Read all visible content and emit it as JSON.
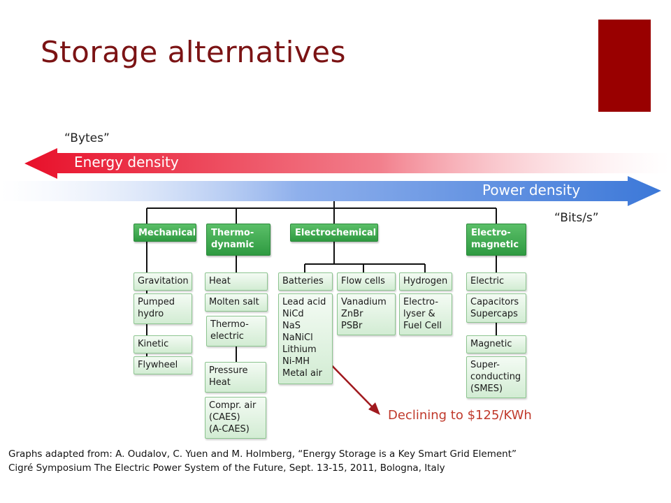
{
  "slide": {
    "title": "Storage alternatives",
    "accent_color": "#990000",
    "bytes_label": "“Bytes”",
    "bits_label": "“Bits/s”",
    "energy_label": "Energy density",
    "power_label": "Power density",
    "energy_color": "#e8102a",
    "power_color": "#3c78d8",
    "declining_label": "Declining to $125/KWh",
    "citation_line1": "Graphs adapted from: A. Oudalov, C. Yuen and M. Holmberg, “Energy Storage is a Key Smart Grid Element”",
    "citation_line2": "Cigré Symposium The Electric Power System of the Future, Sept. 13-15, 2011, Bologna, Italy"
  },
  "tree": {
    "categories": {
      "mechanical": "Mechanical",
      "thermo": "Thermo-\ndynamic",
      "electrochemical": "Electrochemical",
      "electromagnetic": "Electro-\nmagnetic"
    },
    "mechanical": {
      "gravitation": "Gravitation",
      "pumped_hydro": "Pumped\nhydro",
      "kinetic": "Kinetic",
      "flywheel": "Flywheel"
    },
    "thermo": {
      "heat": "Heat",
      "molten_salt": "Molten salt",
      "thermo_electric": "Thermo-\nelectric",
      "pressure_heat": "Pressure\nHeat",
      "compr_air": "Compr. air\n(CAES)\n(A-CAES)"
    },
    "electrochemical": {
      "batteries": "Batteries",
      "batteries_list": "Lead acid\nNiCd\nNaS\nNaNiCl\nLithium\nNi-MH\nMetal air",
      "flow_cells": "Flow cells",
      "flow_list": "Vanadium\nZnBr\nPSBr",
      "hydrogen": "Hydrogen",
      "hydrogen_list": "Electro-\nlyser &\nFuel Cell"
    },
    "electromagnetic": {
      "electric": "Electric",
      "electric_list": "Capacitors\nSupercaps",
      "magnetic": "Magnetic",
      "magnetic_list": "Super-\nconducting\n(SMES)"
    }
  }
}
